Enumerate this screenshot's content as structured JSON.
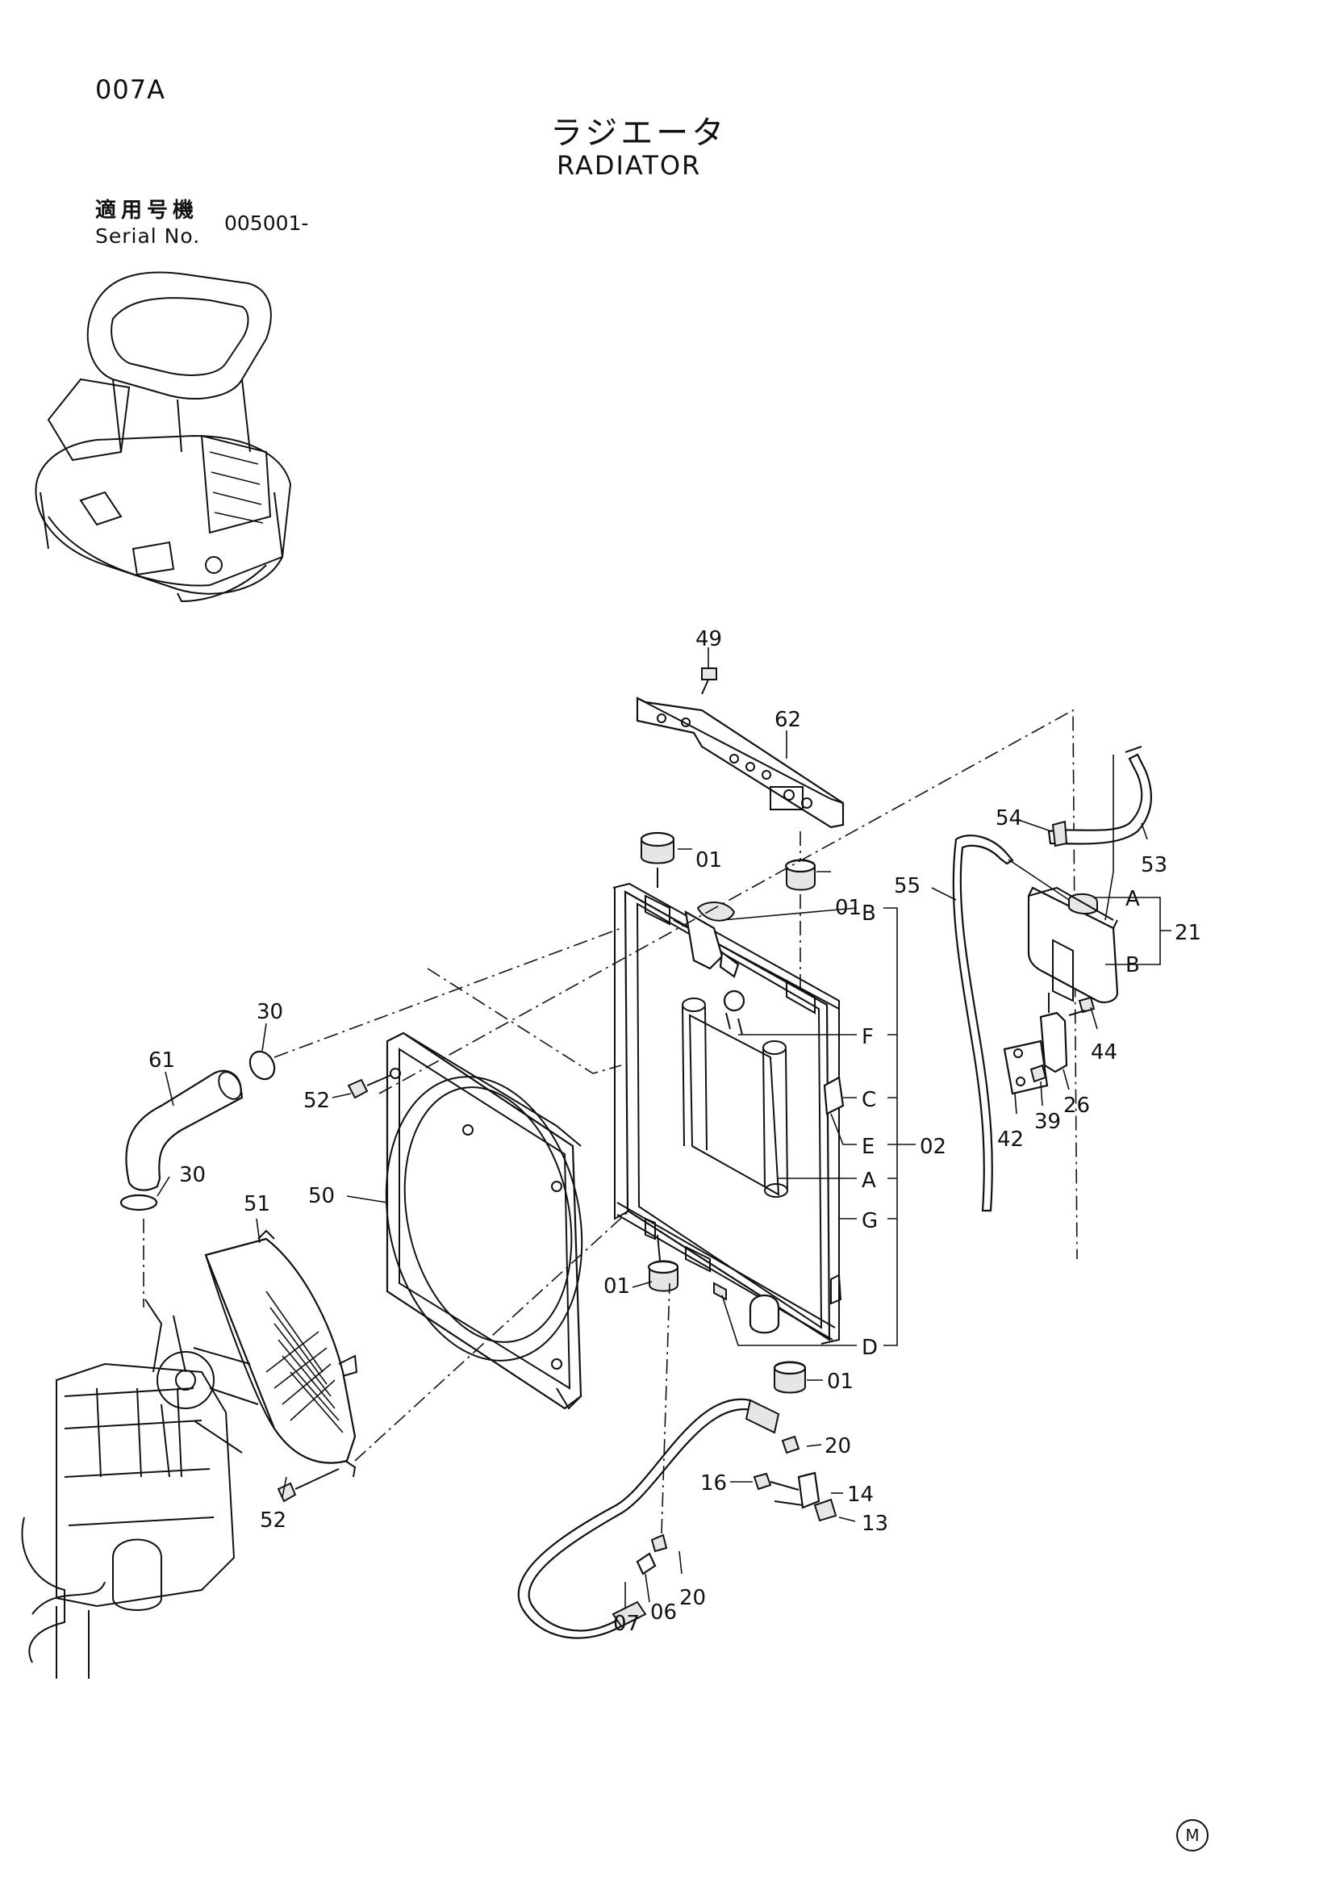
{
  "page": {
    "code": "007A",
    "title_jp": "ラジエータ",
    "title_en": "RADIATOR",
    "serial_label_jp": "適用号機",
    "serial_label_en": "Serial No.",
    "serial_value": "005001-",
    "maker_mark": "M"
  },
  "callouts": [
    {
      "id": "c49",
      "label": "49"
    },
    {
      "id": "c62",
      "label": "62"
    },
    {
      "id": "c01a",
      "label": "01"
    },
    {
      "id": "c01b",
      "label": "01"
    },
    {
      "id": "c01c",
      "label": "01"
    },
    {
      "id": "c01d",
      "label": "01"
    },
    {
      "id": "c54",
      "label": "54"
    },
    {
      "id": "c53",
      "label": "53"
    },
    {
      "id": "c55",
      "label": "55"
    },
    {
      "id": "cA1",
      "label": "A"
    },
    {
      "id": "cB1",
      "label": "B"
    },
    {
      "id": "c21",
      "label": "21"
    },
    {
      "id": "cB2",
      "label": "B"
    },
    {
      "id": "cF",
      "label": "F"
    },
    {
      "id": "cC",
      "label": "C"
    },
    {
      "id": "cE",
      "label": "E"
    },
    {
      "id": "c02",
      "label": "02"
    },
    {
      "id": "cA2",
      "label": "A"
    },
    {
      "id": "cG",
      "label": "G"
    },
    {
      "id": "cD",
      "label": "D"
    },
    {
      "id": "c44",
      "label": "44"
    },
    {
      "id": "c26",
      "label": "26"
    },
    {
      "id": "c39",
      "label": "39"
    },
    {
      "id": "c42",
      "label": "42"
    },
    {
      "id": "c30a",
      "label": "30"
    },
    {
      "id": "c30b",
      "label": "30"
    },
    {
      "id": "c61",
      "label": "61"
    },
    {
      "id": "c52a",
      "label": "52"
    },
    {
      "id": "c52b",
      "label": "52"
    },
    {
      "id": "c50",
      "label": "50"
    },
    {
      "id": "c51",
      "label": "51"
    },
    {
      "id": "c20a",
      "label": "20"
    },
    {
      "id": "c20b",
      "label": "20"
    },
    {
      "id": "c16",
      "label": "16"
    },
    {
      "id": "c14",
      "label": "14"
    },
    {
      "id": "c13",
      "label": "13"
    },
    {
      "id": "c07",
      "label": "07"
    },
    {
      "id": "c06",
      "label": "06"
    }
  ]
}
